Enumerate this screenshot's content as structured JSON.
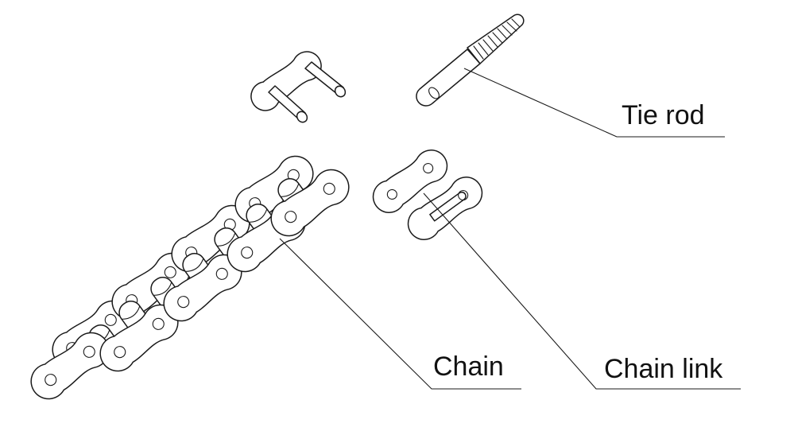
{
  "labels": {
    "tie_rod": "Tie rod",
    "chain": "Chain",
    "chain_link": "Chain link"
  },
  "colors": {
    "ink": "#1a1a1a",
    "background": "#ffffff"
  }
}
